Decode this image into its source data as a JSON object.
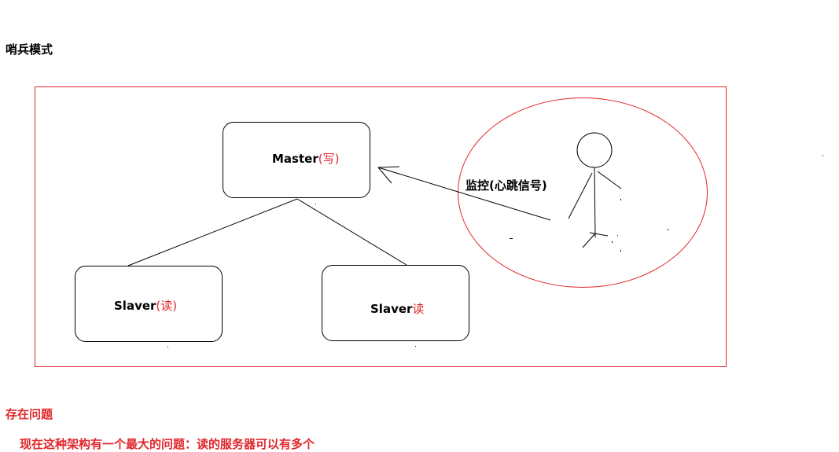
{
  "heading": "哨兵模式",
  "master": {
    "name": "Master",
    "role": "(写)"
  },
  "slave_left": {
    "name": "Slaver",
    "role": "(读)"
  },
  "slave_right": {
    "name": "Slaver",
    "role": "读"
  },
  "sentinel": {
    "monitor_label": "监控(心跳信号)"
  },
  "issues": {
    "title": "存在问题",
    "text": "现在这种架构有一个最大的问题：读的服务器可以有多个"
  },
  "colors": {
    "accent": "#e0262b",
    "ink": "#000000"
  }
}
